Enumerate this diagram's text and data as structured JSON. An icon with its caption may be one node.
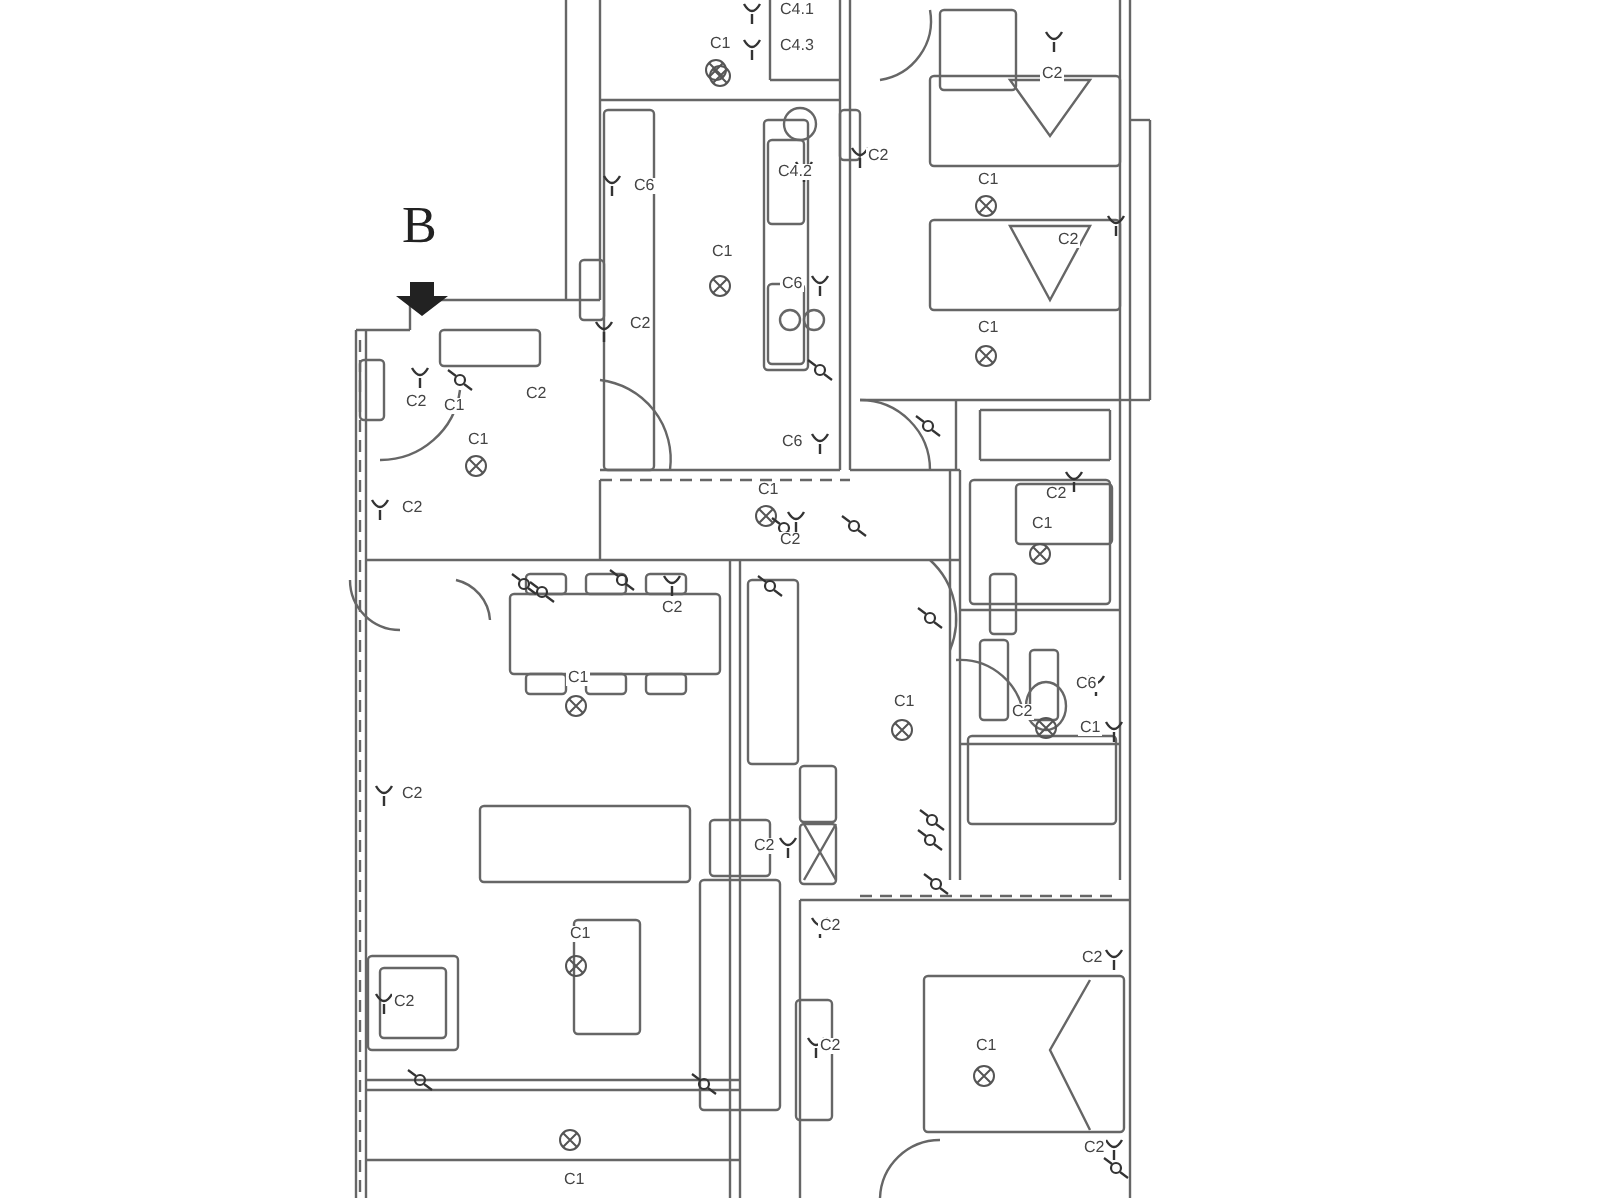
{
  "diagram": {
    "labels": [
      "C4.1",
      "C1",
      "C4.3",
      "C2",
      "C6",
      "C4.2",
      "C2",
      "C1",
      "C2",
      "B",
      "C1",
      "C6",
      "C2",
      "C1",
      "C2",
      "C1",
      "C2",
      "C1",
      "C6",
      "C1",
      "C2",
      "C2",
      "C2",
      "C1",
      "C2",
      "C1",
      "C1",
      "C6",
      "C2",
      "C1",
      "C2",
      "C2",
      "C2",
      "C1",
      "C2",
      "C2",
      "C2",
      "C1",
      "C2",
      "C1"
    ]
  }
}
